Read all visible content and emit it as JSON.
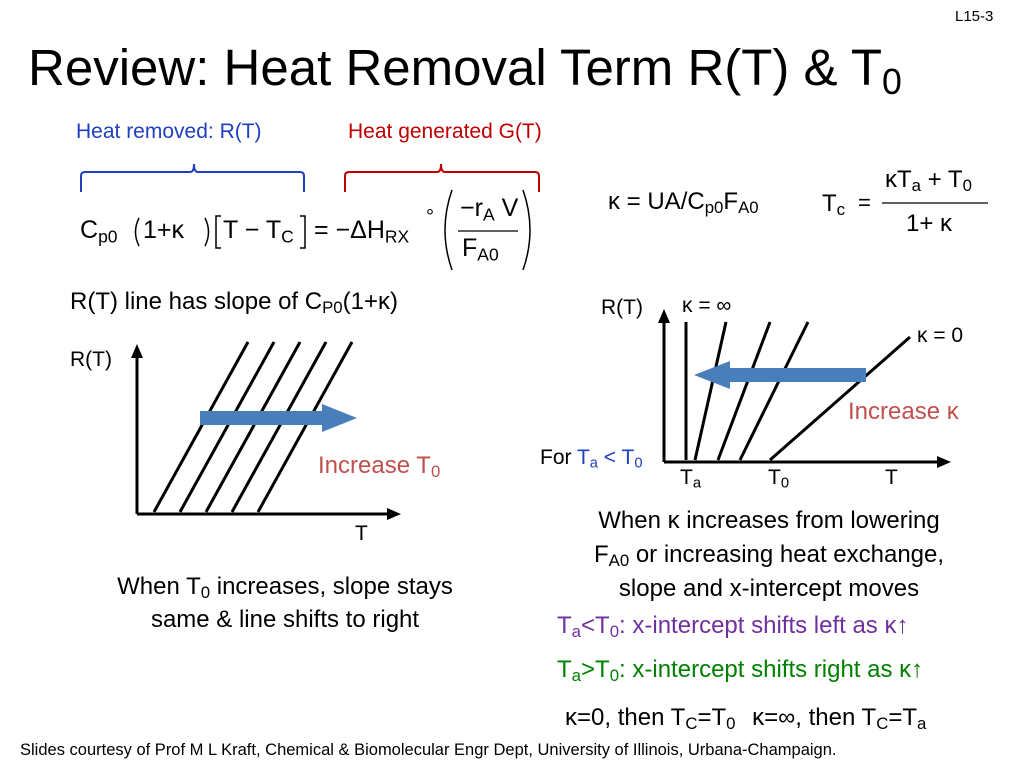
{
  "slide_number": "L15-3",
  "title": {
    "text": "Review: Heat Removal Term R(T) & T",
    "sub": "0"
  },
  "braces": {
    "removed_label": "Heat removed: R(T)",
    "removed_color": "#1f3fbf",
    "generated_label": "Heat generated G(T)",
    "generated_color": "#c00000"
  },
  "equation": {
    "cp0_main": "C",
    "cp0_sub": "p0",
    "one_plus_kappa": "1+κ",
    "t_minus_tc_main": "T − T",
    "tc_sub": "C",
    "equals_delta": "= −ΔH",
    "rx_sub": "RX",
    "degree": "°",
    "num_main": "−r",
    "num_sub": "A",
    "num_tail": " V",
    "den_main": "F",
    "den_sub": "A0"
  },
  "kappa_def": {
    "lhs": "κ = UA",
    "slash": "/",
    "cp0_main": "C",
    "cp0_sub": "p0",
    "fa0_main": "F",
    "fa0_sub": "A0"
  },
  "tc_def": {
    "lhs_main": "T",
    "lhs_sub": "c",
    "eq": "=",
    "num_a": "κT",
    "num_a_sub": "a",
    "num_b": " + T",
    "num_b_sub": "0",
    "den": "1+ κ"
  },
  "left_plot": {
    "caption_main": "R(T) line has slope of C",
    "caption_sub": "P0",
    "caption_tail": "(1+κ)",
    "y_label": "R(T)",
    "x_label": "T",
    "arrow_label_main": "Increase T",
    "arrow_label_sub": "0",
    "arrow_label_color": "#c0504d",
    "arrow_color": "#4a7ebb",
    "note_line1_main": "When T",
    "note_line1_sub": "0",
    "note_line1_tail": " increases, slope stays",
    "note_line2": "same & line shifts to right"
  },
  "right_plot": {
    "y_label": "R(T)",
    "kappa_inf": "κ = ∞",
    "kappa_zero": "κ = 0",
    "arrow_label": "Increase κ",
    "arrow_label_color": "#c0504d",
    "arrow_color": "#4a7ebb",
    "condition_prefix": "For ",
    "condition_main": "T",
    "condition_sub_a": "a",
    "condition_mid": " < T",
    "condition_sub_0": "0",
    "condition_color": "#1f3fbf",
    "tick_ta_main": "T",
    "tick_ta_sub": "a",
    "tick_t0_main": "T",
    "tick_t0_sub": "0",
    "tick_t": "T"
  },
  "explanation": {
    "line1": "When κ increases from lowering",
    "line2_main": "F",
    "line2_sub": "A0",
    "line2_tail": " or increasing heat exchange,",
    "line3": "slope and x-intercept moves"
  },
  "ta_lt_t0": {
    "t": "T",
    "a": "a",
    "mid": "<T",
    "zero": "0",
    "tail": ": x-intercept shifts left as κ↑",
    "color": "#7030a0"
  },
  "ta_gt_t0": {
    "t": "T",
    "a": "a",
    "mid": ">T",
    "zero": "0",
    "tail": ": x-intercept shifts right as κ↑",
    "color": "#008000"
  },
  "limits": {
    "part1_main": "κ=0, then T",
    "part1_sub_c": "C",
    "part1_mid": "=T",
    "part1_sub_0": "0",
    "part2_main": "κ=∞, then T",
    "part2_sub_c": "C",
    "part2_mid": "=T",
    "part2_sub_a": "a"
  },
  "footer": "Slides courtesy of Prof M L Kraft, Chemical & Biomolecular Engr Dept, University of Illinois, Urbana-Champaign."
}
